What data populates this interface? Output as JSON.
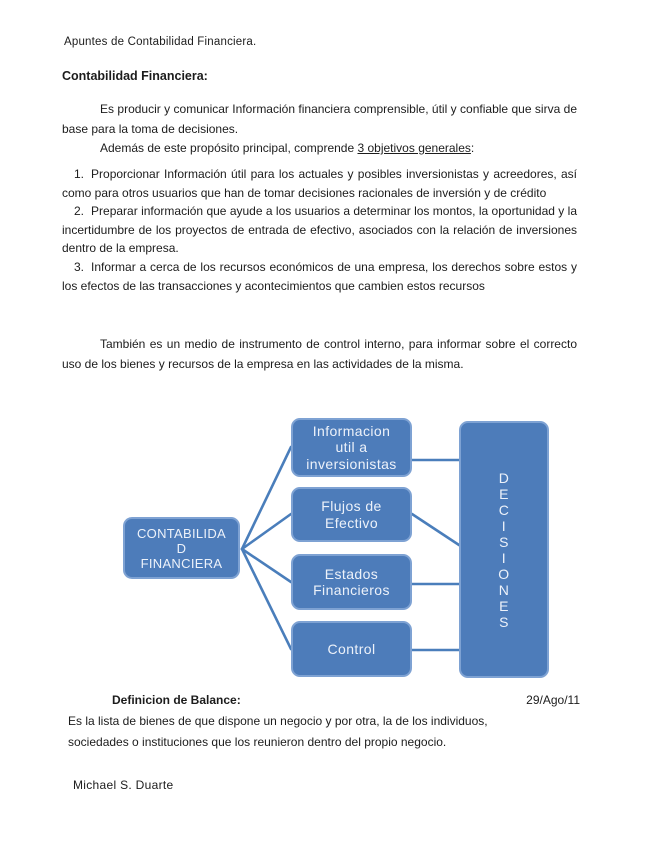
{
  "doc": {
    "header": "Apuntes de Contabilidad Financiera.",
    "title": "Contabilidad Financiera:",
    "intro": "Es producir y comunicar Información financiera comprensible, útil y confiable que sirva de base para la toma de decisiones.",
    "objectives_intro": {
      "prefix": "Además de este propósito principal, comprende ",
      "underlined": "3 objetivos generales",
      "suffix": ":"
    },
    "objectives": [
      {
        "num": "1.",
        "text": "Proporcionar Información útil para los actuales y posibles inversionistas y acreedores, así como para otros usuarios que han de tomar decisiones racionales de inversión y de crédito"
      },
      {
        "num": "2.",
        "text": "Preparar información que ayude a los usuarios a determinar los montos, la oportunidad y la incertidumbre de los proyectos de entrada de efectivo, asociados con la relación de inversiones dentro de la empresa."
      },
      {
        "num": "3.",
        "text": "Informar a cerca de los recursos económicos de una empresa, los derechos sobre estos y los efectos de las transacciones y acontecimientos que cambien estos recursos"
      }
    ],
    "control_note": "También es un medio de instrumento de control interno, para informar sobre el correcto uso de los bienes y recursos de la empresa en las actividades de la misma.",
    "balance": {
      "heading": "Definicion de Balance:",
      "date": "29/Ago/11",
      "text": "Es la lista de bienes de que dispone un negocio y por otra, la de los individuos, sociedades o instituciones que los reunieron dentro del propio negocio."
    },
    "footer": "Michael S. Duarte"
  },
  "diagram": {
    "root": {
      "label": "CONTABILIDAD FINANCIERA",
      "lines": [
        "CONTABILIDA",
        "D",
        "FINANCIERA"
      ]
    },
    "branches": [
      {
        "label": "Informacion util a inversionistas",
        "lines": [
          "Informacion",
          "util a",
          "inversionistas"
        ]
      },
      {
        "label": "Flujos de Efectivo",
        "lines": [
          "Flujos de",
          "Efectivo"
        ]
      },
      {
        "label": "Estados Financieros",
        "lines": [
          "Estados",
          "Financieros"
        ]
      },
      {
        "label": "Control",
        "lines": [
          "Control"
        ]
      }
    ],
    "result": {
      "label": "DECISIONES",
      "letters": [
        "D",
        "E",
        "C",
        "I",
        "S",
        "I",
        "O",
        "N",
        "E",
        "S"
      ]
    },
    "colors": {
      "box_fill": "#4d7cba",
      "box_border": "#7ea2d3",
      "connector": "#4a7ebb",
      "box_text": "#edf2fa"
    }
  }
}
